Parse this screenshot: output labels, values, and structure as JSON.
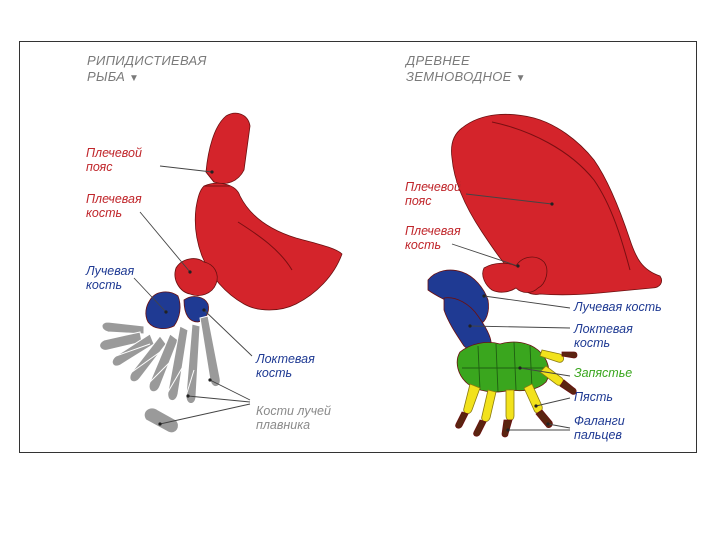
{
  "colors": {
    "bone_red": "#d4242b",
    "bone_blue": "#1f3a93",
    "bone_gray": "#9a9a9a",
    "bone_green": "#3aa61e",
    "bone_yellow": "#f2e21c",
    "bone_brown": "#5a2410",
    "label_red": "#c0262b",
    "label_blue": "#1f3a93",
    "label_green": "#3aa61e",
    "label_gray": "#8a8a8a",
    "label_ink": "#1f3a93"
  },
  "left_panel": {
    "heading": {
      "line1": "РИПИДИСТИЕВАЯ",
      "line2": "РЫБА",
      "marker": "▼"
    },
    "labels": {
      "shoulder_girdle": {
        "line1": "Плечевой",
        "line2": "пояс"
      },
      "humerus": {
        "line1": "Плечевая",
        "line2": "кость"
      },
      "radius": {
        "line1": "Лучевая",
        "line2": "кость"
      },
      "ulna": {
        "line1": "Локтевая",
        "line2": "кость"
      },
      "fin_rays": {
        "line1": "Кости лучей",
        "line2": "плавника"
      }
    }
  },
  "right_panel": {
    "heading": {
      "line1": "ДРЕВНЕЕ",
      "line2": "ЗЕМНОВОДНОЕ",
      "marker": "▼"
    },
    "labels": {
      "shoulder_girdle": {
        "line1": "Плечевой",
        "line2": "пояс"
      },
      "humerus": {
        "line1": "Плечевая",
        "line2": "кость"
      },
      "radius": {
        "line1": "Лучевая кость"
      },
      "ulna": {
        "line1": "Локтевая",
        "line2": "кость"
      },
      "wrist": {
        "line1": "Запястье"
      },
      "metacarpus": {
        "line1": "Пясть"
      },
      "phalanges": {
        "line1": "Фаланги",
        "line2": "пальцев"
      }
    }
  }
}
